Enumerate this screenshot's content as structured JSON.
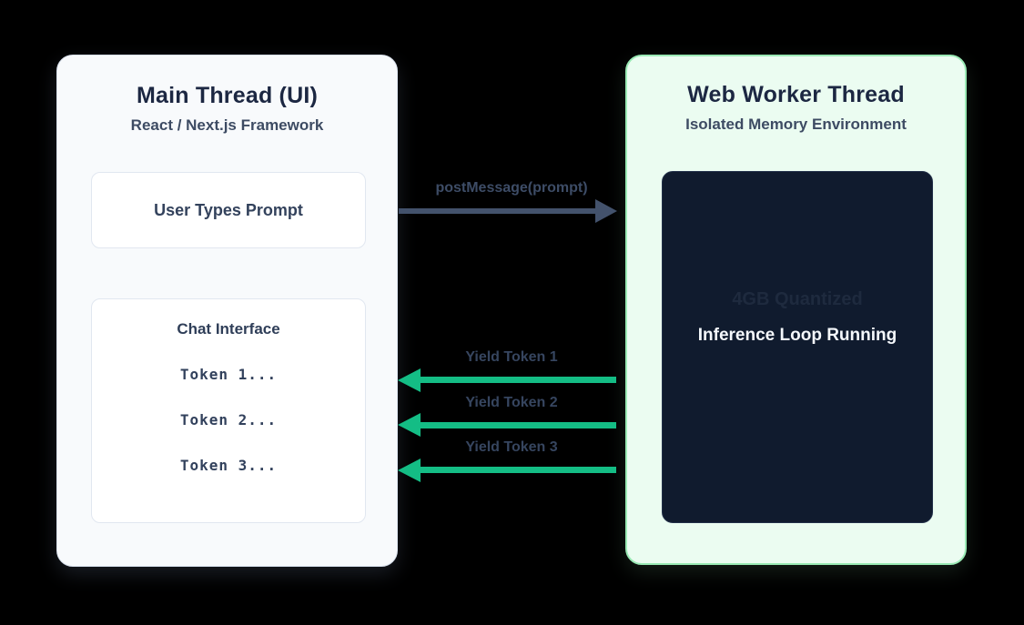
{
  "main_thread_panel": {
    "title": "Main Thread (UI)",
    "subtitle": "React / Next.js Framework",
    "prompt_box": {
      "label": "User Types Prompt"
    },
    "chat_box": {
      "title": "Chat Interface",
      "tokens": [
        "Token 1...",
        "Token 2...",
        "Token 3..."
      ]
    }
  },
  "worker_panel": {
    "title": "Web Worker Thread",
    "subtitle": "Isolated Memory Environment",
    "model_box": {
      "ghost_label": "4GB Quantized",
      "status_label": "Inference Loop Running"
    }
  },
  "messages": {
    "to_worker": {
      "label": "postMessage(prompt)"
    },
    "from_worker": [
      {
        "label": "Yield Token 1"
      },
      {
        "label": "Yield Token 2"
      },
      {
        "label": "Yield Token 3"
      }
    ]
  },
  "colors": {
    "background": "#000000",
    "main_panel_bg": "#f8fafc",
    "main_panel_border": "#d8e0ec",
    "worker_panel_bg": "#ebfcf1",
    "worker_panel_border": "#9aeab5",
    "model_box_bg": "#101b2e",
    "post_message_arrow": "#43526c",
    "yield_arrow": "#14bd85",
    "heading_text": "#1c2742",
    "subtitle_text": "#3d4b63"
  }
}
